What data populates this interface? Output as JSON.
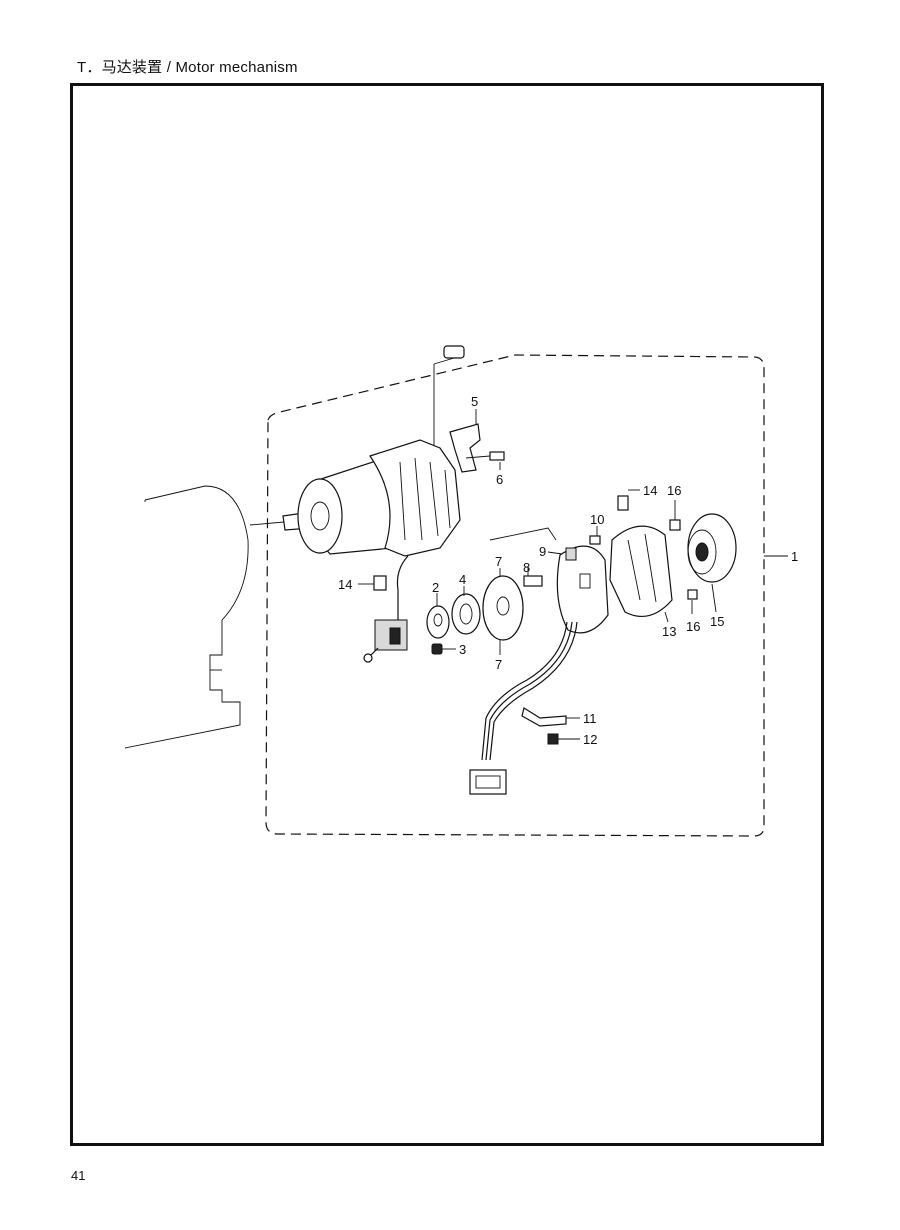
{
  "header": {
    "title": "T．马达装置 / Motor mechanism"
  },
  "page": {
    "number": "41"
  },
  "callouts": {
    "c1": "1",
    "c2": "2",
    "c3": "3",
    "c4": "4",
    "c5": "5",
    "c6": "6",
    "c7a": "7",
    "c7b": "7",
    "c8": "8",
    "c9": "9",
    "c10": "10",
    "c11": "11",
    "c12": "12",
    "c13": "13",
    "c14a": "14",
    "c14b": "14",
    "c15": "15",
    "c16a": "16",
    "c16b": "16"
  }
}
